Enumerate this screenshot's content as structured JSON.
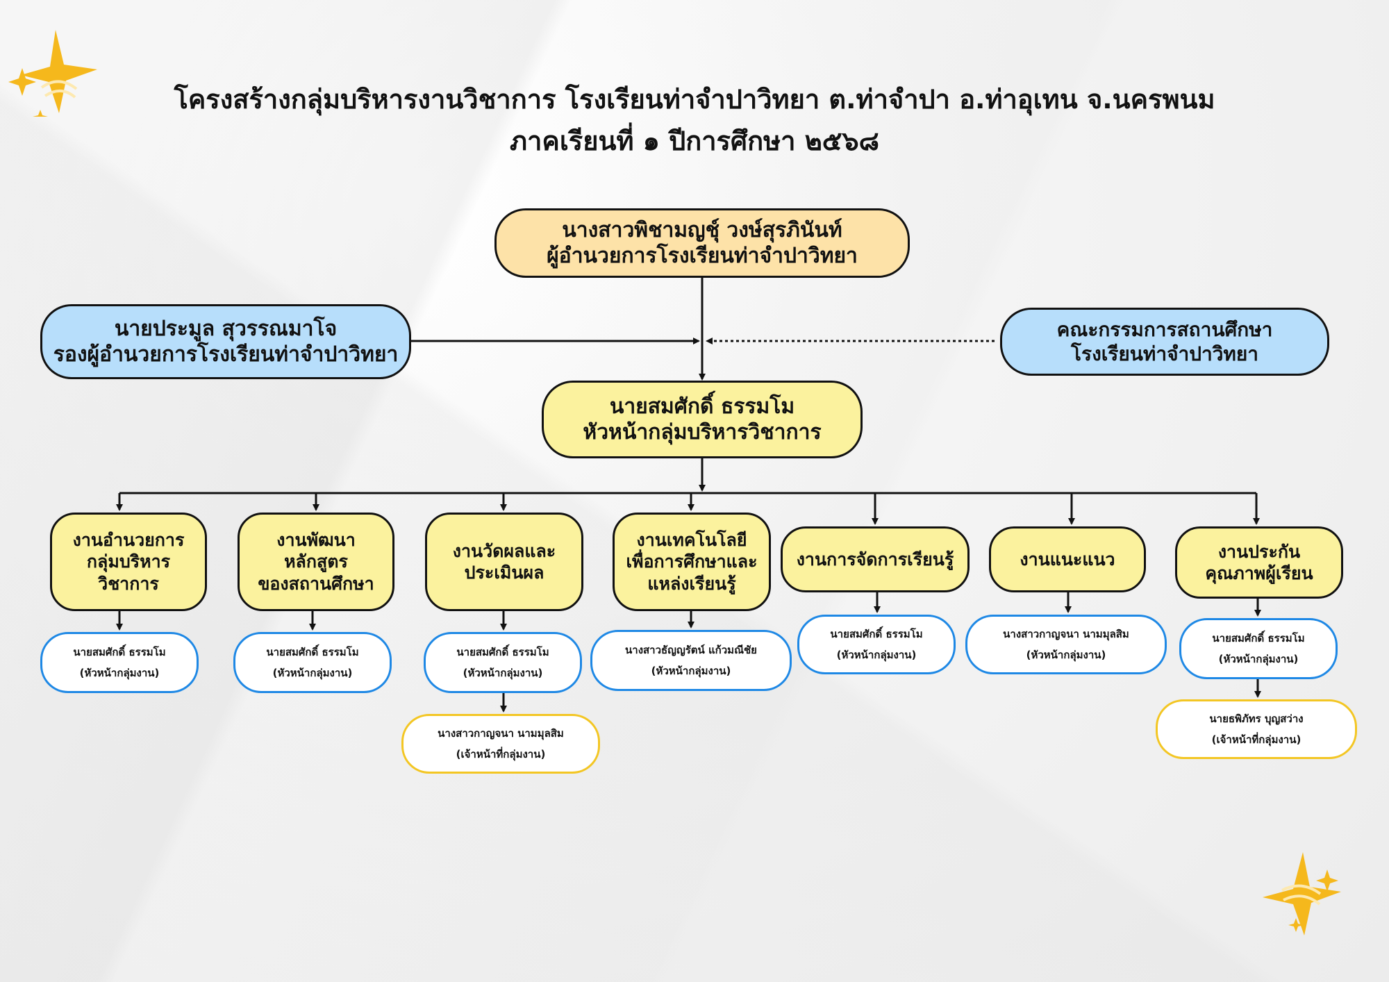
{
  "title": {
    "line1": "โครงสร้างกลุ่มบริหารงานวิชาการ โรงเรียนท่าจำปาวิทยา ต.ท่าจำปา อ.ท่าอุเทน จ.นครพนม",
    "line2": "ภาคเรียนที่ ๑ ปีการศึกษา ๒๕๖๘"
  },
  "director": {
    "name": "นางสาวพิชามญชุ์ วงษ์สุรภินันท์",
    "role": "ผู้อำนวยการโรงเรียนท่าจำปาวิทยา"
  },
  "deputy": {
    "name": "นายประมูล สุวรรณมาโจ",
    "role": "รองผู้อำนวยการโรงเรียนท่าจำปาวิทยา"
  },
  "committee": {
    "line1": "คณะกรรมการสถานศึกษา",
    "line2": "โรงเรียนท่าจำปาวิทยา"
  },
  "head": {
    "name": "นายสมศักดิ์  ธรรมโม",
    "role": "หัวหน้ากลุ่มบริหารวิชาการ"
  },
  "units": [
    {
      "lines": [
        "งานอำนวยการ",
        "กลุ่มบริหาร",
        "วิชาการ"
      ],
      "staff": [
        {
          "name": "นายสมศักดิ์ ธรรมโม",
          "role": "(หัวหน้ากลุ่มงาน)"
        }
      ]
    },
    {
      "lines": [
        "งานพัฒนา",
        "หลักสูตร",
        "ของสถานศึกษา"
      ],
      "staff": [
        {
          "name": "นายสมศักดิ์ ธรรมโม",
          "role": "(หัวหน้ากลุ่มงาน)"
        }
      ]
    },
    {
      "lines": [
        "งานวัดผลและ",
        "ประเมินผล"
      ],
      "staff": [
        {
          "name": "นายสมศักดิ์ ธรรมโม",
          "role": "(หัวหน้ากลุ่มงาน)"
        },
        {
          "name": "นางสาวกาญจนา นามมุลสิม",
          "role": "(เจ้าหน้าที่กลุ่มงาน)"
        }
      ]
    },
    {
      "lines": [
        "งานเทคโนโลยี",
        "เพื่อการศึกษาและ",
        "แหล่งเรียนรู้"
      ],
      "staff": [
        {
          "name": "นางสาวธัญญรัตน์ แก้วมณีชัย",
          "role": "(หัวหน้ากลุ่มงาน)"
        }
      ]
    },
    {
      "lines": [
        "งานการจัดการเรียนรู้"
      ],
      "staff": [
        {
          "name": "นายสมศักดิ์ ธรรมโม",
          "role": "(หัวหน้ากลุ่มงาน)"
        }
      ]
    },
    {
      "lines": [
        "งานแนะแนว"
      ],
      "staff": [
        {
          "name": "นางสาวกาญจนา นามมุลสิม",
          "role": "(หัวหน้ากลุ่มงาน)"
        }
      ]
    },
    {
      "lines": [
        "งานประกัน",
        "คุณภาพผู้เรียน"
      ],
      "staff": [
        {
          "name": "นายสมศักดิ์ ธรรมโม",
          "role": "(หัวหน้ากลุ่มงาน)"
        },
        {
          "name": "นายธพิภัทร บุญสว่าง",
          "role": "(เจ้าหน้าที่กลุ่มงาน)"
        }
      ]
    }
  ],
  "colors": {
    "director": "#fde2a8",
    "blue": "#b7defb",
    "yellow": "#fbf29e",
    "leader_border": "#1e88e5",
    "staff_border": "#f3c623",
    "star": "#f5b81c"
  },
  "icons": {
    "decor_top": "sparkle-icon",
    "decor_bottom": "sparkle-icon"
  }
}
